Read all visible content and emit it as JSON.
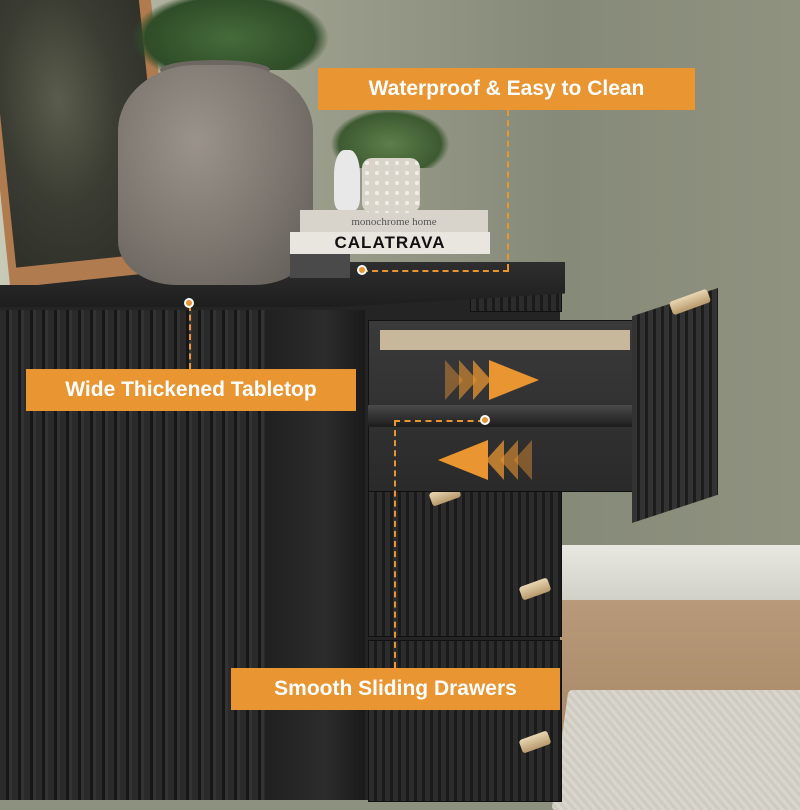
{
  "callouts": {
    "top": "Waterproof & Easy to Clean",
    "middle": "Wide Thickened Tabletop",
    "bottom": "Smooth Sliding Drawers"
  },
  "books": {
    "upper": "monochrome home",
    "lower": "CALATRAVA"
  },
  "colors": {
    "accent": "#e89532",
    "dresser": "#242424",
    "wall": "#8d917f"
  }
}
